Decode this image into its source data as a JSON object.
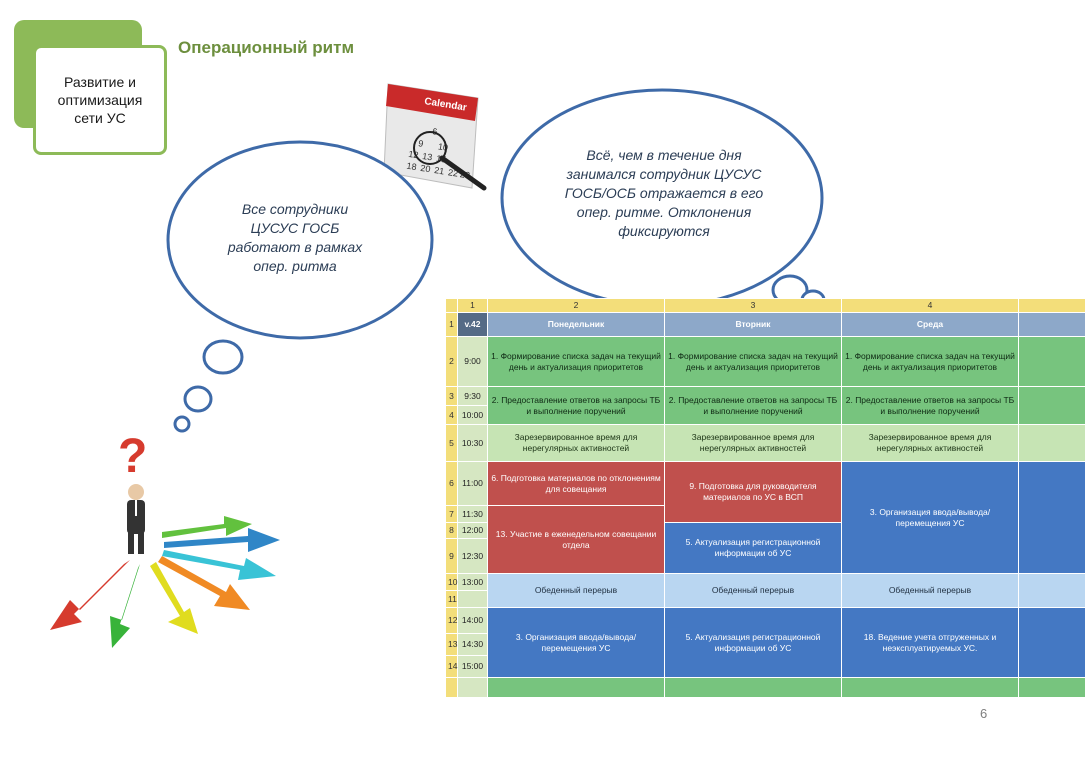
{
  "section": {
    "label": "Развитие и\nоптимизация\nсети УС"
  },
  "title": "Операционный ритм",
  "calendar": {
    "label": "Calendar",
    "nums": [
      "6",
      "9",
      "12",
      "13",
      "10",
      "15",
      "18",
      "20",
      "21",
      "22",
      "23"
    ]
  },
  "clouds": {
    "left": {
      "text": "Все сотрудники\nЦУСУС ГОСБ\nработают в рамках\nопер. ритма"
    },
    "right": {
      "text": "Всё, чем в течение дня\nзанимался сотрудник ЦУСУС\nГОСБ/ОСБ отражается в его\nопер. ритме. Отклонения\nфиксируются"
    }
  },
  "question_mark": "?",
  "table": {
    "col_numbers": [
      "1",
      "2",
      "3",
      "4"
    ],
    "version": "v.42",
    "days": [
      "Понедельник",
      "Вторник",
      "Среда"
    ],
    "row_numbers": [
      "1",
      "2",
      "3",
      "4",
      "5",
      "6",
      "7",
      "8",
      "9",
      "10",
      "11",
      "12",
      "13",
      "14"
    ],
    "times": [
      "9:00",
      "9:30",
      "10:00",
      "10:30",
      "11:00",
      "11:30",
      "12:00",
      "12:30",
      "13:00",
      "14:00",
      "14:30",
      "15:00"
    ],
    "cells": {
      "r2": [
        "1. Формирование списка задач на текущий день и актуализация приоритетов",
        "1. Формирование списка задач на текущий день и актуализация приоритетов",
        "1. Формирование списка задач на текущий день и актуализация приоритетов"
      ],
      "r3": [
        "2. Предоставление ответов на запросы ТБ и выполнение поручений",
        "2. Предоставление ответов на запросы ТБ и выполнение поручений",
        "2. Предоставление ответов на запросы ТБ и выполнение поручений"
      ],
      "r5": [
        "Зарезервированное время для нерегулярных активностей",
        "Зарезервированное время для нерегулярных активностей",
        "Зарезервированное время для нерегулярных активностей"
      ],
      "mon_6": "6. Подготовка материалов по отклонениям для совещания",
      "mon_8": "13. Участие в еженедельном совещании отдела",
      "tue_6": "9. Подготовка для руководителя материалов по УС в ВСП",
      "tue_8": "5. Актуализация регистрационной информации об УС",
      "wed_6": "3. Организация ввода/вывода/перемещения УС",
      "lunch": "Обеденный перерыв",
      "mon_12": "3. Организация ввода/вывода/перемещения УС",
      "tue_12": "5. Актуализация регистрационной информации об УС",
      "wed_12": "18. Ведение учета отгруженных и неэксплуатируемых УС."
    }
  },
  "page_number": "6",
  "colors": {
    "accent_green": "#8dba58",
    "title_green": "#6d8f3e",
    "cloud_stroke": "#3e6aa8"
  }
}
